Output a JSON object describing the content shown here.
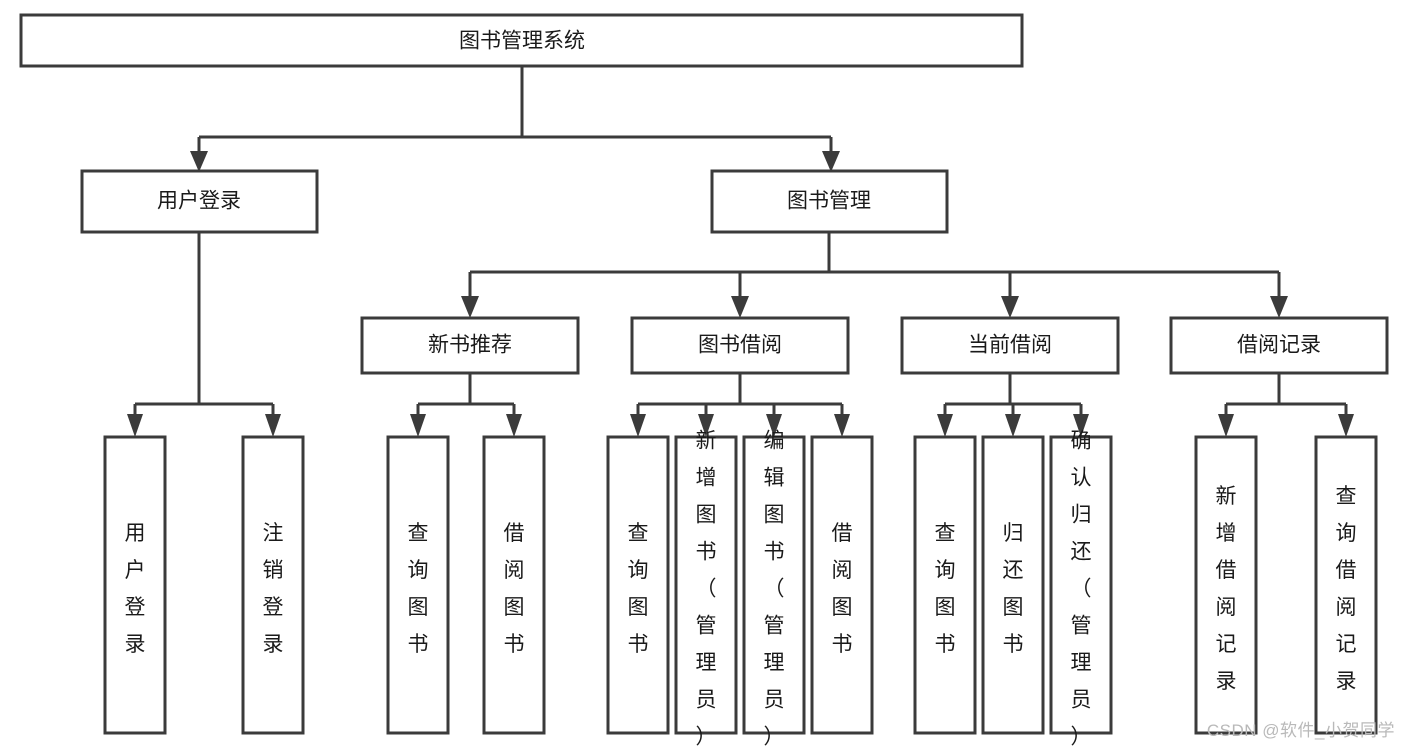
{
  "diagram": {
    "title": "图书管理系统",
    "watermark": "CSDN @软件_小贺同学",
    "colors": {
      "box_stroke": "#3b3b3b",
      "box_fill": "#ffffff",
      "text": "#1a1a1a",
      "watermark": "#b9b9b9",
      "background": "#ffffff"
    },
    "root": {
      "label": "图书管理系统"
    },
    "level2": [
      {
        "id": "user-login",
        "label": "用户登录"
      },
      {
        "id": "book-management",
        "label": "图书管理"
      }
    ],
    "level3": [
      {
        "id": "new-book-recommend",
        "label": "新书推荐",
        "parent": "book-management"
      },
      {
        "id": "book-borrow",
        "label": "图书借阅",
        "parent": "book-management"
      },
      {
        "id": "current-borrow",
        "label": "当前借阅",
        "parent": "book-management"
      },
      {
        "id": "borrow-record",
        "label": "借阅记录",
        "parent": "book-management"
      }
    ],
    "leaves": {
      "user-login": [
        {
          "id": "leaf-user-login",
          "label": "用户登录"
        },
        {
          "id": "leaf-user-logout",
          "label": "注销登录"
        }
      ],
      "new-book-recommend": [
        {
          "id": "leaf-query-book-1",
          "label": "查询图书"
        },
        {
          "id": "leaf-borrow-book-1",
          "label": "借阅图书"
        }
      ],
      "book-borrow": [
        {
          "id": "leaf-query-book-2",
          "label": "查询图书"
        },
        {
          "id": "leaf-add-book",
          "label": "新增图书（管理员）"
        },
        {
          "id": "leaf-edit-book",
          "label": "编辑图书（管理员）"
        },
        {
          "id": "leaf-borrow-book-2",
          "label": "借阅图书"
        }
      ],
      "current-borrow": [
        {
          "id": "leaf-query-book-3",
          "label": "查询图书"
        },
        {
          "id": "leaf-return-book",
          "label": "归还图书"
        },
        {
          "id": "leaf-confirm-return",
          "label": "确认归还（管理员）"
        }
      ],
      "borrow-record": [
        {
          "id": "leaf-add-record",
          "label": "新增借阅记录"
        },
        {
          "id": "leaf-query-record",
          "label": "查询借阅记录"
        }
      ]
    }
  }
}
